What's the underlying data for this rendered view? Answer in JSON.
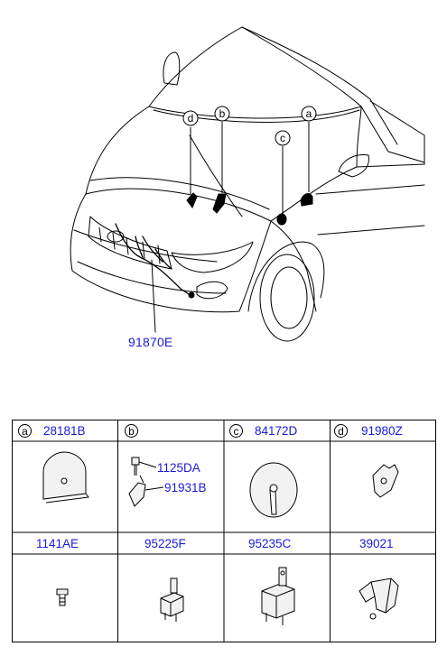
{
  "diagram": {
    "main_part": "91870E",
    "callouts": [
      "a",
      "b",
      "c",
      "d"
    ]
  },
  "table": {
    "rows": [
      [
        {
          "letter": "a",
          "part": "28181B"
        },
        {
          "letter": "b",
          "part": "",
          "sub_parts": [
            "1125DA",
            "91931B"
          ]
        },
        {
          "letter": "c",
          "part": "84172D"
        },
        {
          "letter": "d",
          "part": "91980Z"
        }
      ],
      [
        {
          "part": "1141AE"
        },
        {
          "part": "95225F"
        },
        {
          "part": "95235C"
        },
        {
          "part": "39021"
        }
      ]
    ]
  },
  "colors": {
    "part_number": "#1a1adb",
    "line": "#000000",
    "fill_light": "#f2f2f2"
  }
}
